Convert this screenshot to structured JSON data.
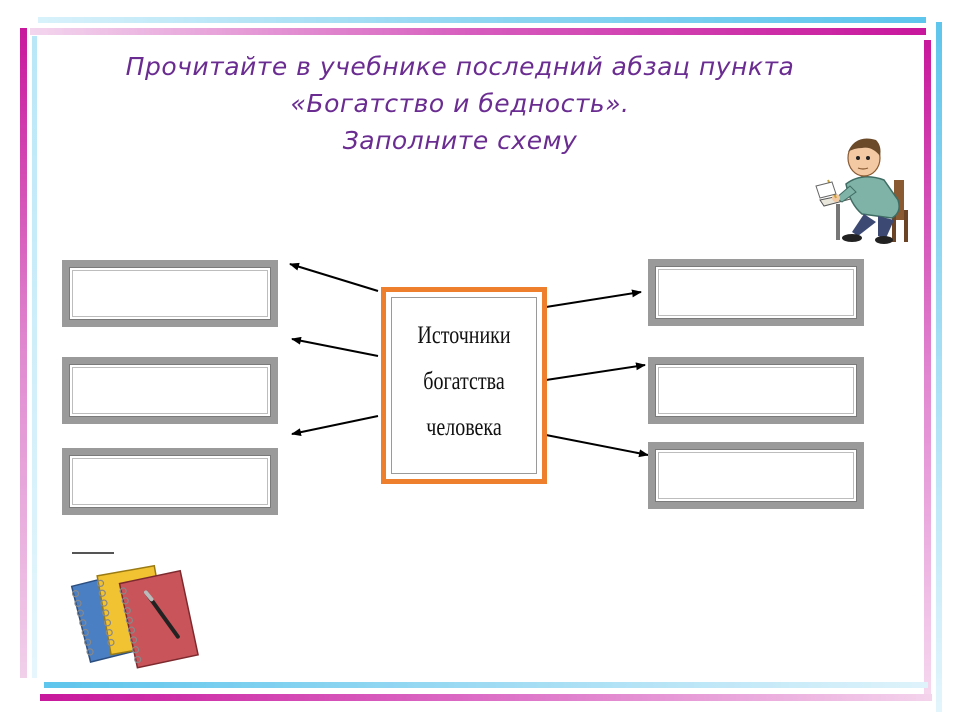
{
  "slide": {
    "title_lines": [
      "Прочитайте в учебнике последний абзац пункта",
      "«Богатство и бедность».",
      "Заполните схему"
    ]
  },
  "diagram": {
    "center_lines": [
      "Источники",
      "богатства",
      "человека"
    ],
    "left_boxes": [
      "",
      "",
      ""
    ],
    "right_boxes": [
      "",
      "",
      ""
    ]
  },
  "colors": {
    "title": "#6a2c91",
    "center_border": "#ee7f2d",
    "box_border": "#9a9a9a",
    "frame_purple": "#c8179c",
    "frame_cyan": "#5ec5ec"
  },
  "icons": {
    "student": "student-writing-clipart",
    "notebooks": "notebooks-with-pen-clipart"
  }
}
